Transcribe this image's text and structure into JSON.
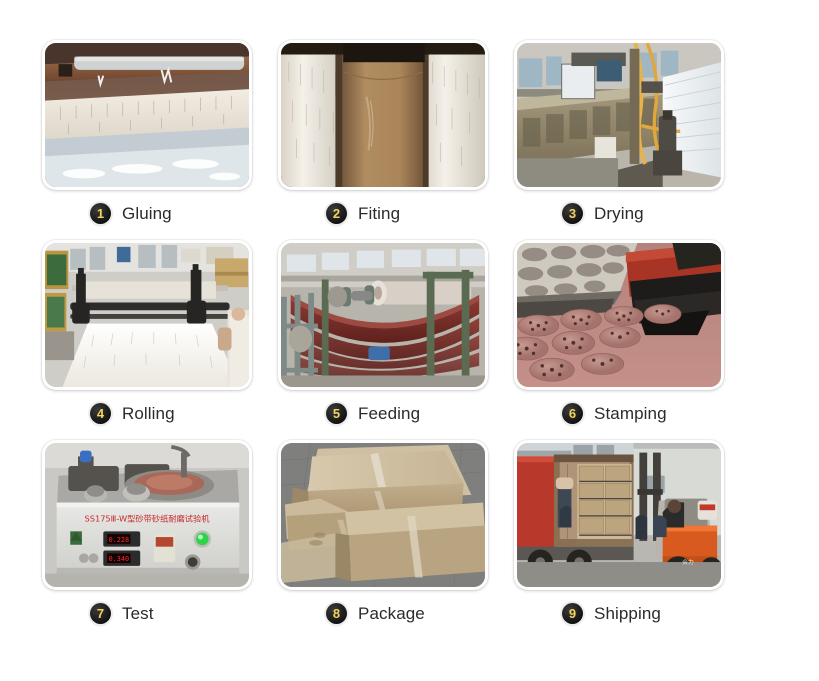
{
  "page": {
    "background_color": "#ffffff",
    "badge_bg_color": "#141414",
    "badge_text_color": "#f2d45c",
    "label_color": "#2b2b2b"
  },
  "steps": [
    {
      "number": "1",
      "label": "Gluing",
      "image_name": "gluing-photo",
      "alt": "Glue spreading machine with white panels on brown steel frame"
    },
    {
      "number": "2",
      "label": "Fiting",
      "image_name": "fiting-photo",
      "alt": "Large cream and tan rollers fitting material"
    },
    {
      "number": "3",
      "label": "Drying",
      "image_name": "drying-photo",
      "alt": "Drying oven tunnel with yellow hoses in factory"
    },
    {
      "number": "4",
      "label": "Rolling",
      "image_name": "rolling-photo",
      "alt": "Rolling machine with wide white sheet"
    },
    {
      "number": "5",
      "label": "Feeding",
      "image_name": "feeding-photo",
      "alt": "Dark red abrasive material festooned in loops being fed"
    },
    {
      "number": "6",
      "label": "Stamping",
      "image_name": "stamping-photo",
      "alt": "Press stamping perforated sanding discs out of pink sheet"
    },
    {
      "number": "7",
      "label": "Test",
      "image_name": "test-photo",
      "alt": "Abrasion test machine with red panel text, LED displays and green lamp",
      "machine_text": "SS175Ⅲ-W型砂带砂纸耐磨试验机",
      "display_1": "0.228",
      "display_2": "0.340"
    },
    {
      "number": "8",
      "label": "Package",
      "image_name": "package-photo",
      "alt": "Stacked cardboard cartons on concrete floor"
    },
    {
      "number": "9",
      "label": "Shipping",
      "image_name": "shipping-photo",
      "alt": "Forklift loading cartons into red shipping truck"
    }
  ]
}
